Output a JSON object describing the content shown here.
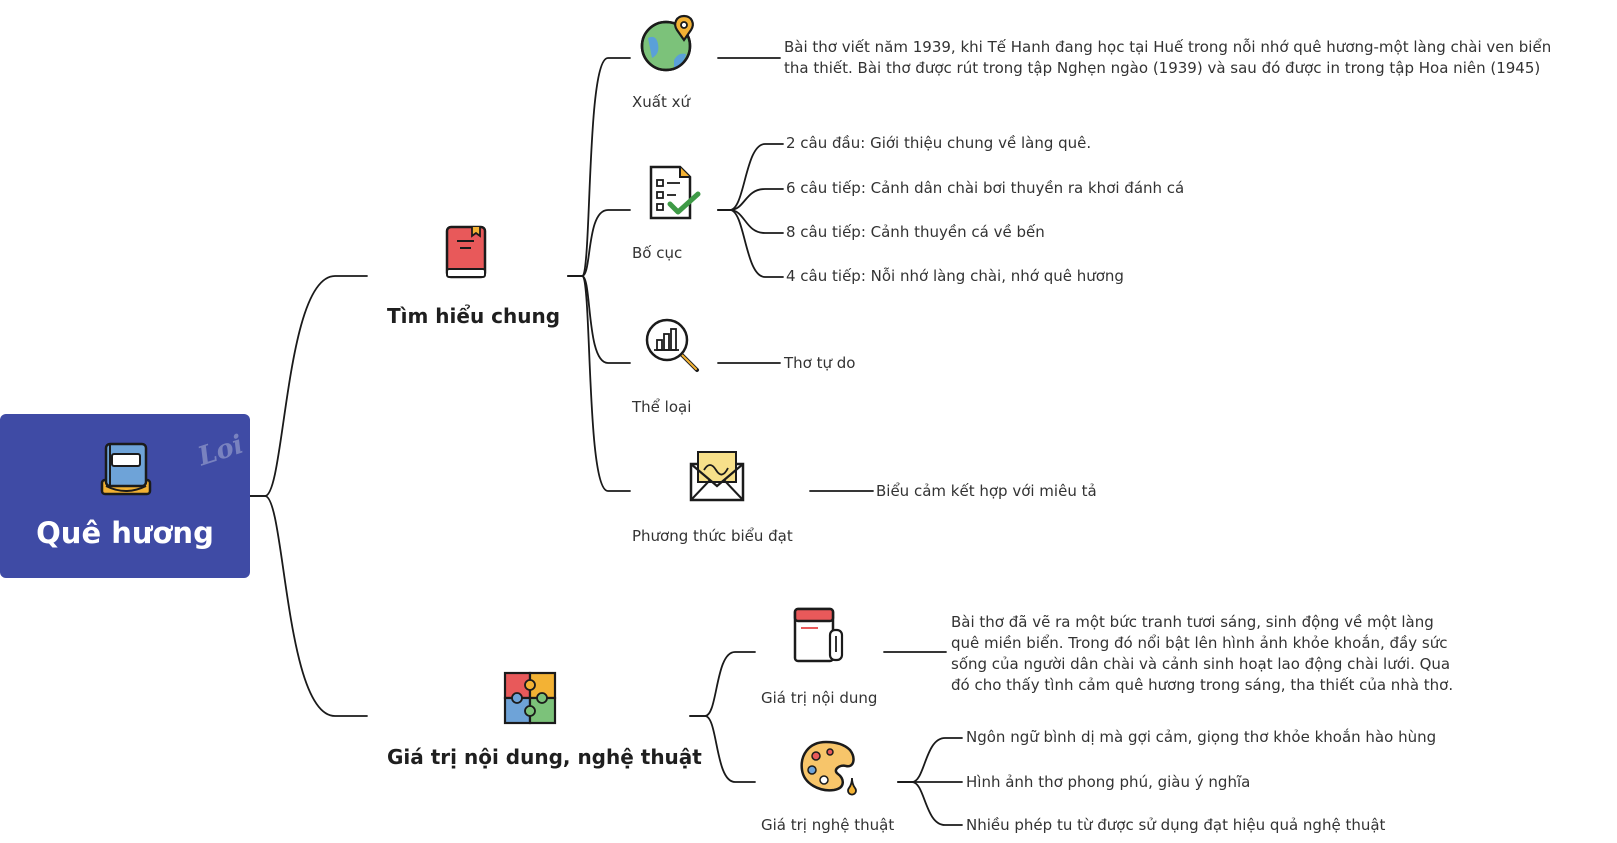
{
  "root": {
    "title": "Quê hương",
    "icon": "book-stack-icon",
    "watermark": "Loi"
  },
  "branches": [
    {
      "title": "Tìm hiểu chung",
      "icon": "red-book-icon",
      "nodes": [
        {
          "label": "Xuất xứ",
          "icon": "globe-pin-icon",
          "text": [
            "Bài thơ viết năm 1939, khi Tế Hanh đang học tại Huế trong nỗi nhớ quê hương-một làng chài ven biển",
            "tha thiết. Bài thơ được rút trong tập Nghẹn ngào (1939) và sau đó được in trong tập Hoa niên (1945)"
          ]
        },
        {
          "label": "Bố cục",
          "icon": "checklist-icon",
          "items": [
            "2 câu đầu: Giới thiệu chung về làng quê.",
            "6 câu tiếp: Cảnh dân chài bơi thuyền ra khơi đánh cá",
            "8 câu tiếp: Cảnh thuyền cá về bến",
            "4 câu tiếp: Nỗi nhớ làng chài, nhớ quê hương"
          ]
        },
        {
          "label": "Thể loại",
          "icon": "magnifier-chart-icon",
          "text": "Thơ tự do"
        },
        {
          "label": "Phương thức biểu đạt",
          "icon": "envelope-letter-icon",
          "text": "Biểu cảm kết hợp với miêu tả"
        }
      ]
    },
    {
      "title": "Giá trị nội dung, nghệ thuật",
      "icon": "puzzle-icon",
      "nodes": [
        {
          "label": "Giá trị nội dung",
          "icon": "notebook-icon",
          "text": [
            "Bài thơ đã vẽ ra một bức tranh tươi sáng, sinh động về một làng",
            "quê miền biển. Trong đó nổi bật lên hình ảnh khỏe khoắn, đầy sức",
            "sống của người dân chài và cảnh sinh hoạt lao động chài lưới. Qua",
            "đó cho thấy tình cảm quê hương trong sáng, tha thiết của nhà thơ."
          ]
        },
        {
          "label": "Giá trị nghệ thuật",
          "icon": "palette-icon",
          "items": [
            "Ngôn ngữ bình dị mà gợi cảm, giọng thơ khỏe khoắn hào hùng",
            "Hình ảnh thơ phong phú, giàu ý nghĩa",
            "Nhiều phép tu từ được sử dụng đạt hiệu quả nghệ thuật"
          ]
        }
      ]
    }
  ]
}
